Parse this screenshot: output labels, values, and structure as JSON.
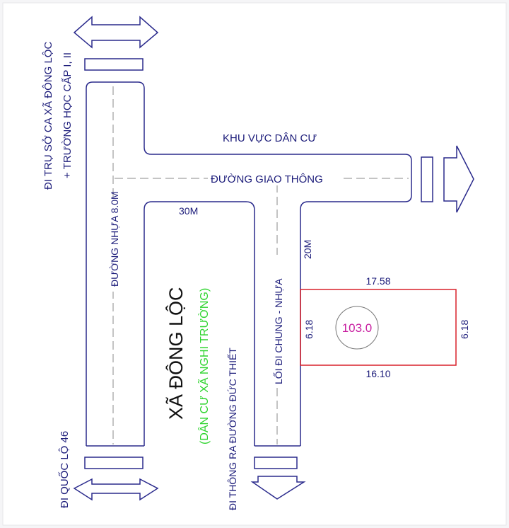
{
  "labels": {
    "top_left_direction_line1": "ĐI TRỤ SỞ CA XÃ ĐÔNG LỘC",
    "top_left_direction_line2": "+ TRƯỜNG HỌC CẤP I, II",
    "residential_area": "KHU VỰC DÂN CƯ",
    "traffic_road": "ĐƯỜNG GIAO THÔNG",
    "asphalt_road": "ĐƯỜNG NHỰA 8.0M",
    "width_30m": "30M",
    "width_20m": "20M",
    "commune_name": "XÃ ĐÔNG LỘC",
    "residential_subtitle": "(DÂN CƯ XÃ NGHI TRƯỜNG)",
    "road_to_duc_thiet": "ĐI THÔNG RA ĐƯỜNG ĐỨC THIẾT",
    "common_path": "LỐI ĐI CHUNG - NHỰA",
    "to_highway_46": "ĐI QUỐC LỘ 46"
  },
  "lot": {
    "area": "103.0",
    "top_edge": "17.58",
    "bottom_edge": "16.10",
    "left_edge": "6.18",
    "right_edge": "6.18"
  },
  "colors": {
    "road_outline": "#2a2a8c",
    "text": "#1c1c7a",
    "green_text": "#2fd42f",
    "lot_border": "#d8202a",
    "area_text": "#c81ea0",
    "centerline": "#b0b0b0"
  }
}
